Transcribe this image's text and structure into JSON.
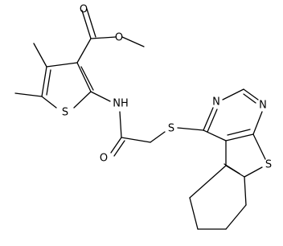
{
  "molecule": {
    "atoms": [
      {
        "id": "O_ester_carbonyl",
        "label": "O"
      },
      {
        "id": "O_ester_methoxy",
        "label": "O"
      },
      {
        "id": "S_thiophene_1",
        "label": "S"
      },
      {
        "id": "NH_amide",
        "label": "NH"
      },
      {
        "id": "O_amide",
        "label": "O"
      },
      {
        "id": "S_thioether",
        "label": "S"
      },
      {
        "id": "N_pyrimidine_1",
        "label": "N"
      },
      {
        "id": "N_pyrimidine_2",
        "label": "N"
      },
      {
        "id": "S_thiophene_2",
        "label": "S"
      }
    ]
  }
}
